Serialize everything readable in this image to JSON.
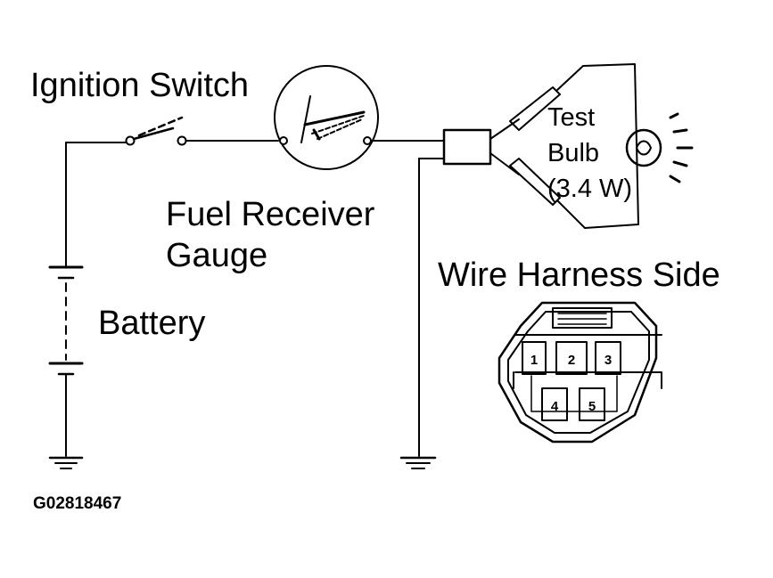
{
  "labels": {
    "ignition_switch": "Ignition Switch",
    "fuel_receiver_line1": "Fuel Receiver",
    "fuel_receiver_line2": "Gauge",
    "battery": "Battery",
    "test": "Test",
    "bulb": "Bulb",
    "wattage": "(3.4 W)",
    "wire_harness_side": "Wire Harness Side",
    "figure_id": "G02818467"
  },
  "connector_pins": [
    "1",
    "2",
    "3",
    "4",
    "5"
  ],
  "colors": {
    "line": "#000000",
    "background": "#ffffff"
  }
}
